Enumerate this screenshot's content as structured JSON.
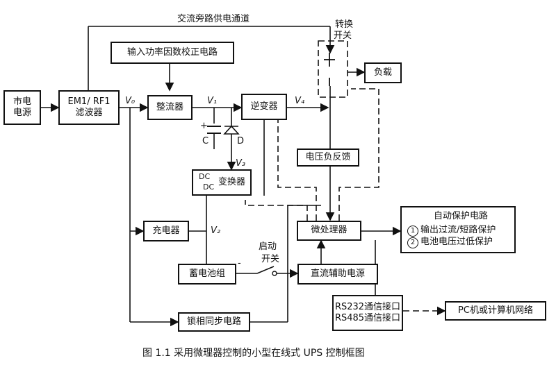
{
  "bypass_label": "交流旁路供电通道",
  "switch_label": [
    "转换",
    "开关"
  ],
  "boxes": {
    "mains": [
      "市电",
      "电源"
    ],
    "emi_filter": [
      "EM1/ RF1",
      "滤波器"
    ],
    "pfc": "输入功率因数校正电路",
    "rectifier": "整流器",
    "inverter": "逆变器",
    "load": "负载",
    "voltage_feedback": "电压负反馈",
    "dcdc": "变换器",
    "charger": "充电器",
    "battery": "蓄电池组",
    "aux_power": "直流辅助电源",
    "microprocessor": "微处理器",
    "pll": "锁相同步电路",
    "rs_interface": [
      "RS232通信接口",
      "RS485通信接口"
    ],
    "pc": "PC机或计算机网络"
  },
  "dc_symbol": [
    "DC",
    "DC"
  ],
  "protection": {
    "title": "自动保护电路",
    "items": [
      {
        "num": "1",
        "text": "输出过流/短路保护"
      },
      {
        "num": "2",
        "text": "电池电压过低保护"
      }
    ]
  },
  "labels": {
    "v0": "V₀",
    "v1": "V₁",
    "v2": "V₂",
    "v3": "V₃",
    "v4": "V₄",
    "cap": "C",
    "diode": "D",
    "plus": "+",
    "minus": "-",
    "start_switch": [
      "启动",
      "开关"
    ]
  },
  "caption": "图 1.1 采用微理器控制的小型在线式 UPS 控制框图"
}
